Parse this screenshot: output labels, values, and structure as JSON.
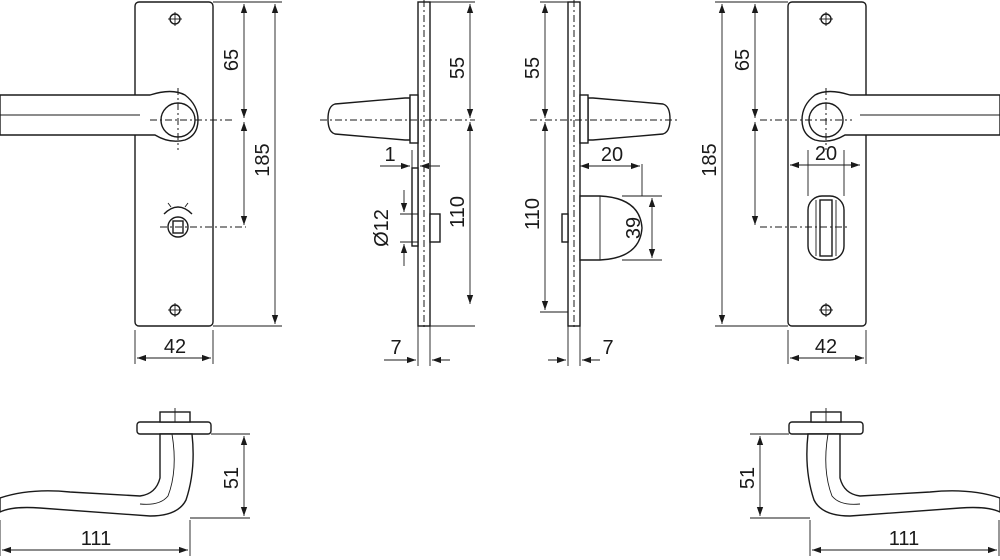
{
  "dimensions": {
    "fv_left": {
      "d65": "65",
      "d185": "185",
      "d42": "42"
    },
    "side_left": {
      "d55": "55",
      "d110": "110",
      "d1": "1",
      "d12": "Ø12",
      "d7": "7"
    },
    "side_right": {
      "d55": "55",
      "d110": "110",
      "d20": "20",
      "d39": "39",
      "d7": "7"
    },
    "fv_right": {
      "d65": "65",
      "d185": "185",
      "d20": "20",
      "d42": "42"
    },
    "top_left": {
      "d51": "51",
      "d111": "111"
    },
    "top_right": {
      "d51": "51",
      "d111": "111"
    }
  }
}
